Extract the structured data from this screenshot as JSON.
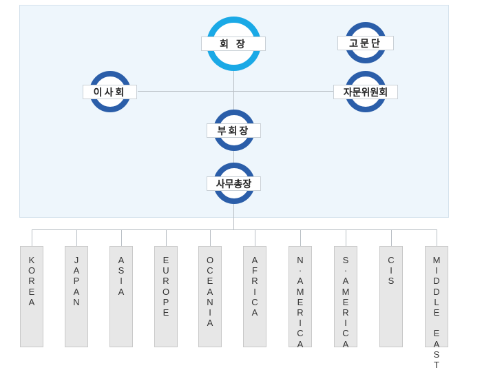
{
  "org": {
    "chairman": "회 장",
    "advisors": "고문단",
    "board": "이사회",
    "advisory_committee": "자문위원회",
    "vice_chairman": "부회장",
    "secretary_general": "사무총장"
  },
  "regions": [
    "K\nO\nR\nE\nA",
    "J\nA\nP\nA\nN",
    "A\nS\nI\nA",
    "E\nU\nR\nO\nP\nE",
    "O\nC\nE\nA\nN\nI\nA",
    "A\nF\nR\nI\nC\nA",
    "N\n·\nA\nM\nE\nR\nI\nC\nA",
    "S\n·\nA\nM\nE\nR\nI\nC\nA",
    "C\nI\nS",
    "M\nI\nD\nD\nL\nE\n\nE\nA\nS\nT"
  ],
  "colors": {
    "ring_blue": "#2b5ea9",
    "ring_sky": "#1aa9e6",
    "panel": "#eef6fc"
  }
}
